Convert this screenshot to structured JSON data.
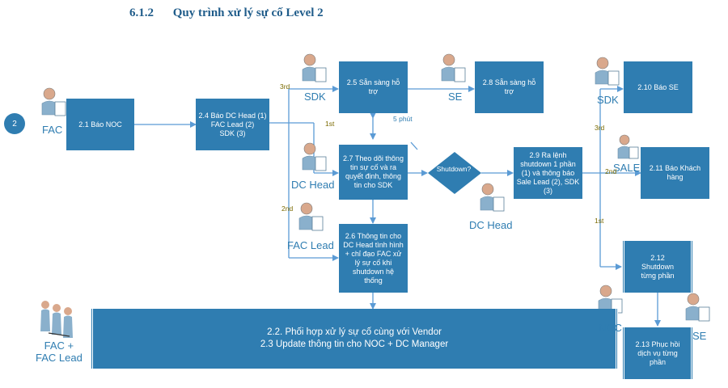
{
  "section": {
    "number": "6.1.2",
    "title": "Quy trình xử lý sự cố Level 2"
  },
  "step_marker": "2",
  "boxes": {
    "b21": "2.1 Báo NOC",
    "b24": "2.4 Báo DC Head (1)\nFAC Lead (2)\nSDK (3)",
    "b25": "2.5 Sẵn sàng hỗ\ntrợ",
    "b28": "2.8 Sẵn sàng hỗ\ntrợ",
    "b27": "2.7 Theo dõi thông\ntin sự cố và ra\nquyết định, thông\ntin cho SDK",
    "b26": "2.6 Thông tin cho\nDC Head tình hình\n+ chỉ đạo FAC xử\nlý sự cố khi\nshutdown hệ\nthống",
    "b29": "2.9 Ra lệnh\nshutdown 1 phần\n(1) và thông báo\nSale Lead (2), SDK\n(3)",
    "b210": "2.10 Báo SE",
    "b211": "2.11 Báo Khách\nhàng",
    "b212": "2.12\nShutdown\ntừng phần",
    "b213": "2.13 Phục hồi\ndịch vụ từng\nphần",
    "b22": "2.2. Phối hợp xử lý sự cố cùng với Vendor\n2.3 Update thông tin cho NOC + DC Manager"
  },
  "decision": "Shutdown?",
  "roles": {
    "fac": "FAC",
    "sdk_top": "SDK",
    "se_top": "SE",
    "dc_head_mid": "DC Head",
    "fac_lead": "FAC Lead",
    "dc_head_right": "DC Head",
    "sdk_right": "SDK",
    "sale": "SALE",
    "noc": "NOC",
    "se_bottom": "SE",
    "fac_team": "FAC +\nFAC Lead"
  },
  "edge_labels": {
    "third": "3rd",
    "first": "1st",
    "second": "2nd",
    "five_min": "5 phút",
    "third_r": "3rd",
    "second_r": "2nd",
    "first_r": "1st"
  },
  "colors": {
    "box": "#2f7db1",
    "line": "#5b9bd5",
    "heading": "#1f5c8a",
    "order_label": "#7a6a00"
  }
}
